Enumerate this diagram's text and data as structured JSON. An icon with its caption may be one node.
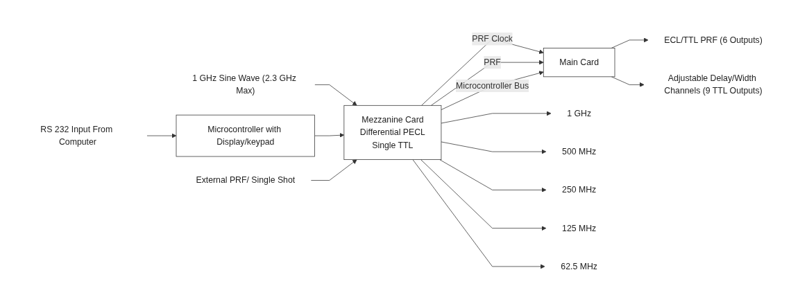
{
  "diagram": {
    "nodes": [
      {
        "text": [
          "1 GHz Sine Wave (2.3 GHz Max)"
        ]
      },
      {
        "text": [
          "Microcontroller with Display/keypad"
        ]
      },
      {
        "text": [
          "RS 232 Input From Computer"
        ]
      },
      {
        "text": [
          "External PRF/ Single Shot"
        ]
      },
      {
        "text": [
          "Mezzanine Card",
          "Differential PECL",
          "Single TTL"
        ]
      },
      {
        "text": [
          "Main Card"
        ]
      },
      {
        "text": [
          "1 GHz"
        ]
      },
      {
        "text": [
          "500 MHz"
        ]
      },
      {
        "text": [
          "250 MHz"
        ]
      },
      {
        "text": [
          "125 MHz"
        ]
      },
      {
        "text": [
          "62.5 MHz"
        ]
      },
      {
        "text": [
          "ECL/TTL PRF (6 Outputs)"
        ]
      },
      {
        "text": [
          "Adjustable Delay/Width Channels (9 TTL Outputs)"
        ]
      }
    ],
    "edges": [
      {
        "from": 0,
        "to": 4,
        "arrow": "to"
      },
      {
        "from": 2,
        "to": 1,
        "arrow": "to"
      },
      {
        "from": 1,
        "to": 4,
        "arrow": "to"
      },
      {
        "from": 3,
        "to": 4,
        "arrow": "to"
      },
      {
        "from": 4,
        "to": 5,
        "label": "PRF Clock",
        "arrow": "to"
      },
      {
        "from": 4,
        "to": 5,
        "label": "PRF",
        "arrow": "to"
      },
      {
        "from": 4,
        "to": 5,
        "label": "Microcontroller Bus",
        "arrow": "to"
      },
      {
        "from": 4,
        "to": 6,
        "arrow": "to"
      },
      {
        "from": 4,
        "to": 7,
        "arrow": "to"
      },
      {
        "from": 4,
        "to": 8,
        "arrow": "to"
      },
      {
        "from": 4,
        "to": 9,
        "arrow": "to"
      },
      {
        "from": 4,
        "to": 10,
        "arrow": "to"
      },
      {
        "from": 5,
        "to": 11,
        "arrow": "to"
      },
      {
        "from": 5,
        "to": 12,
        "arrow": "to"
      }
    ]
  }
}
